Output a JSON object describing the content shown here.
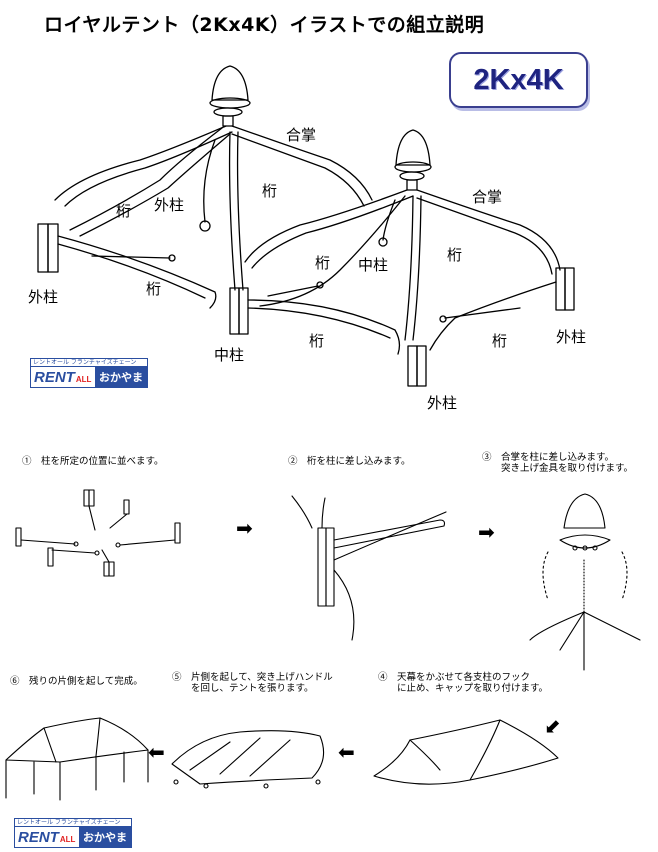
{
  "header": {
    "title": "ロイヤルテント（2Kx4K）イラストでの組立説明",
    "badge": "2Kx4K"
  },
  "diagram_labels": {
    "gassho_1": "合掌",
    "gassho_2": "合掌",
    "keta_1": "桁",
    "keta_2": "桁",
    "keta_3": "桁",
    "keta_4": "桁",
    "keta_5": "桁",
    "keta_6": "桁",
    "keta_7": "桁",
    "sotobashira_1": "外柱",
    "sotobashira_2": "外柱",
    "sotobashira_3": "外柱",
    "sotobashira_4": "外柱",
    "nakabashira_1": "中柱",
    "nakabashira_2": "中柱"
  },
  "logo": {
    "tagline": "レントオール フランチャイズチェーン",
    "rent": "RENT",
    "all": "ALL",
    "okayama": "おかやま"
  },
  "steps": {
    "s1": "①　柱を所定の位置に並べます。",
    "s2": "②　桁を柱に差し込みます。",
    "s3": "③　合掌を柱に差し込みます。\n　　突き上げ金具を取り付けます。",
    "s4": "④　天幕をかぶせて各支柱のフック\n　　に止め、キャップを取り付けます。",
    "s5": "⑤　片側を起して、突き上げハンドル\n　　を回し、テントを張ります。",
    "s6": "⑥　残りの片側を起して完成。"
  },
  "arrows": {
    "a1": "➡",
    "a2": "➡",
    "a3": "⬋",
    "a4": "⬅",
    "a5": "⬅"
  },
  "icons": [
    "arrow-right-icon",
    "arrow-down-left-icon",
    "arrow-left-icon"
  ]
}
